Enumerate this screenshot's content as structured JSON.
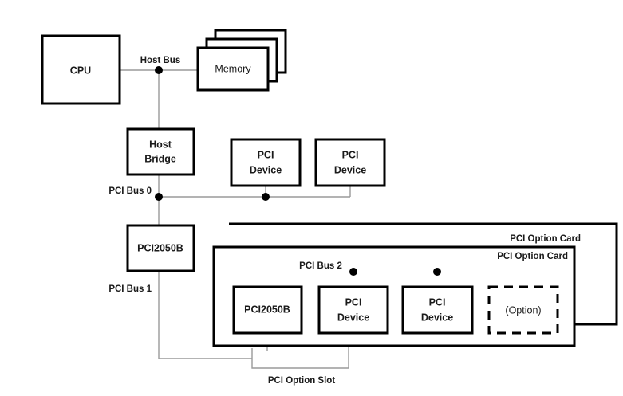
{
  "diagram": {
    "title": "PCI bus hierarchy block diagram",
    "colors": {
      "box_stroke": "#000000",
      "wire": "#9a9a9a",
      "background": "#ffffff",
      "text": "#1a1a1a"
    },
    "nodes": {
      "cpu": {
        "label": "CPU"
      },
      "memory": {
        "label": "Memory",
        "stack_count": 3
      },
      "host_bridge": {
        "label": "Host Bridge",
        "line1": "Host",
        "line2": "Bridge"
      },
      "pci_device_bus0_a": {
        "line1": "PCI",
        "line2": "Device"
      },
      "pci_device_bus0_b": {
        "line1": "PCI",
        "line2": "Device"
      },
      "pci2050b_bus1": {
        "label": "PCI2050B"
      },
      "pci2050b_bus2": {
        "label": "PCI2050B"
      },
      "pci_device_bus2_a": {
        "line1": "PCI",
        "line2": "Device"
      },
      "pci_device_bus2_b": {
        "line1": "PCI",
        "line2": "Device"
      },
      "option_slot_device": {
        "label": "(Option)"
      }
    },
    "buses": {
      "host_bus": {
        "label": "Host Bus"
      },
      "pci_bus_0": {
        "label": "PCI Bus 0"
      },
      "pci_bus_1": {
        "label": "PCI Bus 1"
      },
      "pci_bus_2": {
        "label": "PCI Bus 2"
      }
    },
    "cards": {
      "back_card": {
        "label": "PCI Option Card"
      },
      "front_card": {
        "label": "PCI Option Card"
      }
    },
    "slot": {
      "label": "PCI Option Slot"
    }
  }
}
